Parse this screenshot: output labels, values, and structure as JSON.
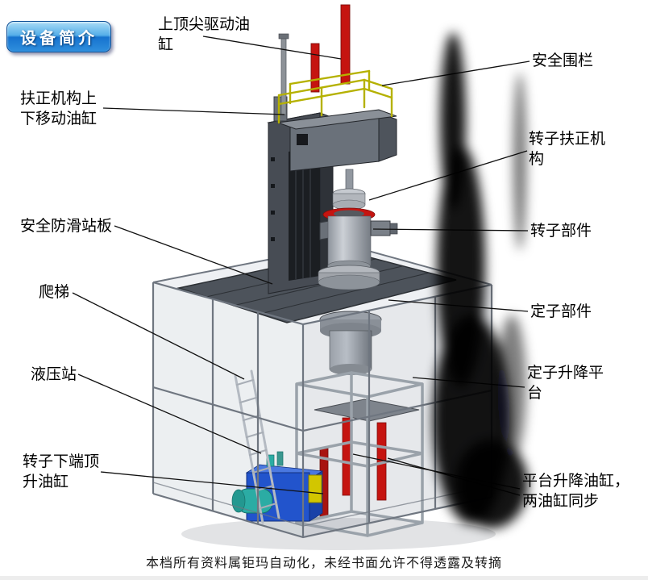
{
  "page": {
    "badge": "设备简介",
    "footer": "本档所有资料属钜玛自动化，未经书面允许不得透露及转摘"
  },
  "labels": {
    "top_tip_cylinder": "上顶尖驱动油\n缸",
    "safety_fence": "安全围栏",
    "centering_cylinder": "扶正机构上\n下移动油缸",
    "rotor_centering": "转子扶正机\n构",
    "antislip_board": "安全防滑站板",
    "rotor_part": "转子部件",
    "ladder": "爬梯",
    "stator_part": "定子部件",
    "hydraulic_station": "液压站",
    "stator_lift_platform": "定子升降平\n台",
    "rotor_bottom_cylinder": "转子下端顶\n升油缸",
    "platform_lift_cylinder": "平台升降油缸，\n两油缸同步"
  },
  "colors": {
    "badge_blue": "#1f7fd6",
    "cylinder_red": "#c51410",
    "railing_yellow": "#b5b100",
    "hydraulic_blue": "#2254cc",
    "motor_teal": "#2baca4",
    "frame_gray": "#9aa2aa",
    "platform_dark": "#4d535b"
  }
}
